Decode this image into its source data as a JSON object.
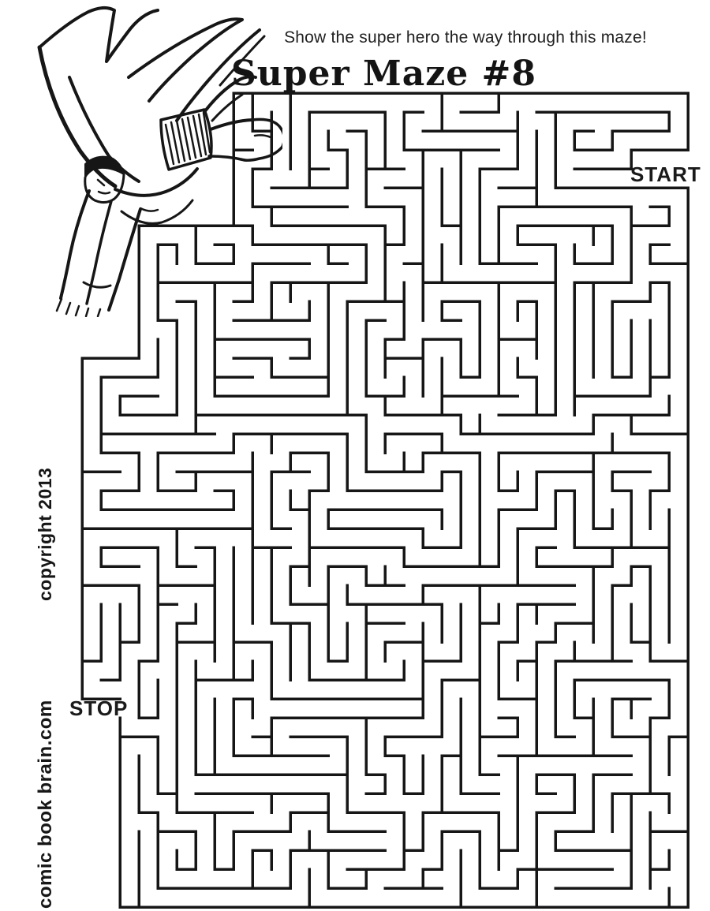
{
  "header": {
    "instruction": "Show the super hero the way through this maze!",
    "title": "Super Maze #8"
  },
  "maze": {
    "start_label": "START",
    "stop_label": "STOP",
    "ink_color": "#161616",
    "background_color": "#ffffff"
  },
  "sidebar_text": {
    "copyright": "copyright 2013",
    "website": "comic book brain.com"
  }
}
